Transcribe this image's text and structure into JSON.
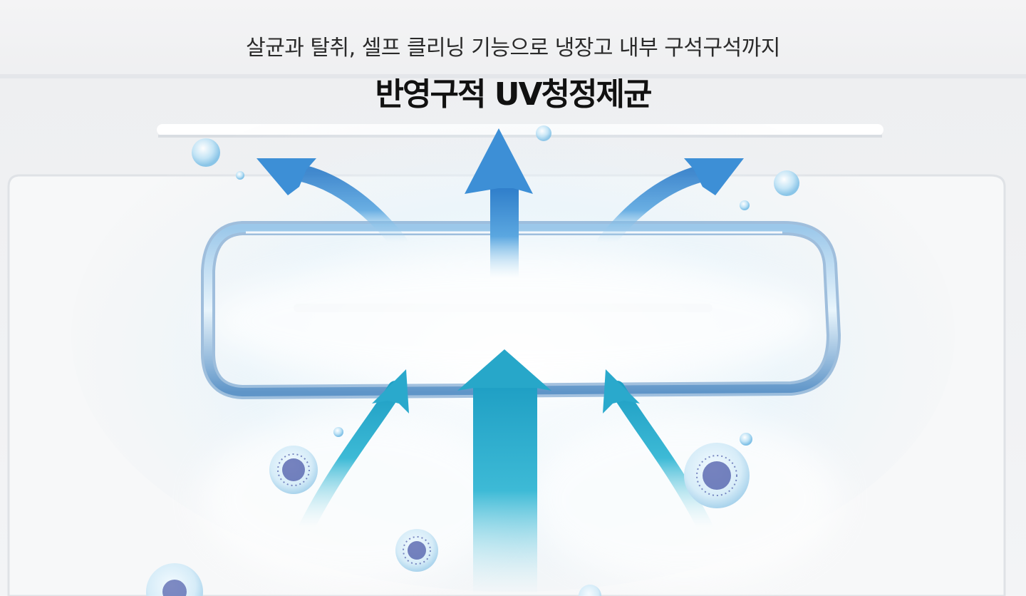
{
  "header": {
    "subtitle": "살균과 탈취, 셀프 클리닝 기능으로  냉장고 내부 구석구석까지",
    "title": "반영구적 UV청정제균"
  },
  "illustration": {
    "arrows_out": 3,
    "arrows_in": 3,
    "colors": {
      "arrow_top": "#3d8fd6",
      "arrow_bottom": "#2bb3cf",
      "frame": "#6aa6d8",
      "germ": "#4b5aa8"
    }
  }
}
